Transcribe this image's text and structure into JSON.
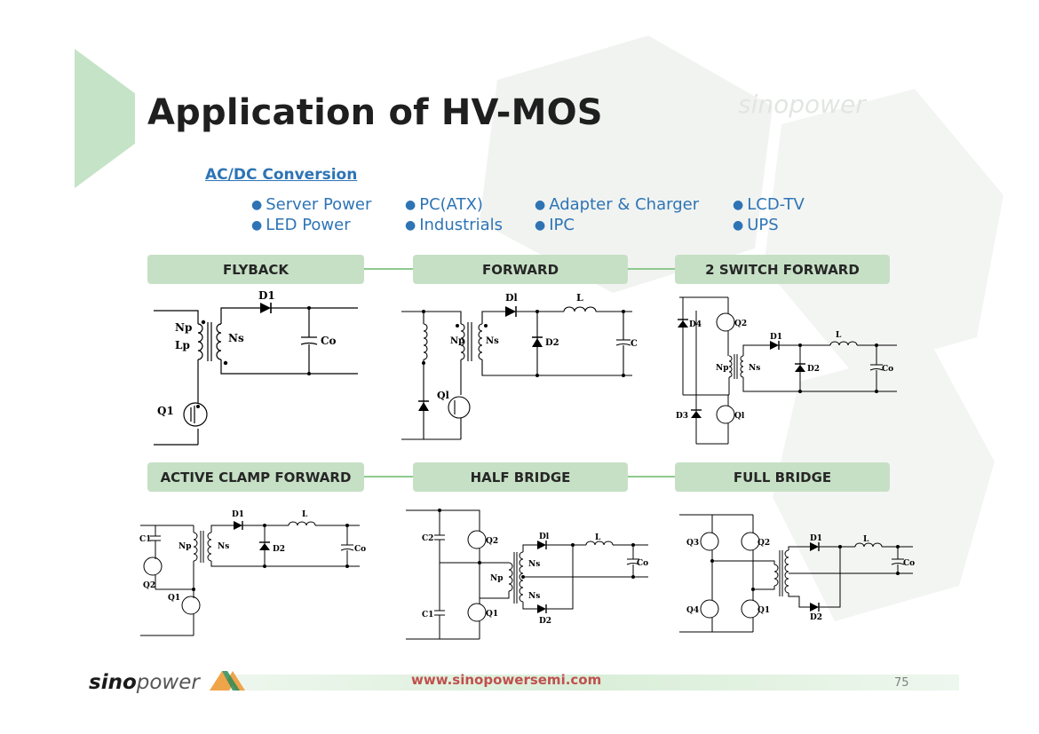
{
  "title": "Application of HV-MOS",
  "section": "AC/DC Conversion",
  "applications": [
    "Server Power",
    "PC(ATX)",
    "Adapter & Charger",
    "LCD-TV",
    "LED Power",
    "Industrials",
    "IPC",
    "UPS"
  ],
  "topologies": [
    "FLYBACK",
    "FORWARD",
    "2 SWITCH FORWARD",
    "ACTIVE  CLAMP FORWARD",
    "HALF BRIDGE",
    "FULL BRIDGE"
  ],
  "circuits": {
    "flyback": {
      "D1": "D1",
      "Np": "Np",
      "Lp": "Lp",
      "Ns": "Ns",
      "Co": "Co",
      "Q1": "Q1"
    },
    "forward": {
      "D1": "Dl",
      "L": "L",
      "Np": "Np",
      "Ns": "Ns",
      "D2": "D2",
      "Co": "Co",
      "Q1": "Ql"
    },
    "two_switch": {
      "D4": "D4",
      "Q2": "Q2",
      "D1": "D1",
      "L": "L",
      "Np": "Np",
      "Ns": "Ns",
      "D2": "D2",
      "Co": "Co",
      "D3": "D3",
      "Q1": "Ql"
    },
    "active_clamp": {
      "C1": "C1",
      "Np": "Np",
      "Ns": "Ns",
      "D1": "D1",
      "L": "L",
      "D2": "D2",
      "Co": "Co",
      "Q2": "Q2",
      "Q1": "Q1"
    },
    "half_bridge": {
      "C2": "C2",
      "Q2": "Q2",
      "D1": "Dl",
      "L": "L",
      "Ns1": "Ns",
      "Np": "Np",
      "Ns2": "Ns",
      "Co": "Co",
      "C1": "C1",
      "Q1": "Q1",
      "D2": "D2"
    },
    "full_bridge": {
      "Q3": "Q3",
      "Q2": "Q2",
      "D1": "D1",
      "L": "L",
      "Co": "Co",
      "Q4": "Q4",
      "Q1": "Q1",
      "D2": "D2"
    }
  },
  "footer": {
    "url": "www.sinopowersemi.com",
    "page": "75"
  },
  "logo": {
    "bold": "sino",
    "light": "power"
  },
  "colors": {
    "accent_green": "#c5e3c6",
    "label_green": "#c6e0c5",
    "blue_text": "#2e74b5",
    "url_red": "#c0504d"
  }
}
